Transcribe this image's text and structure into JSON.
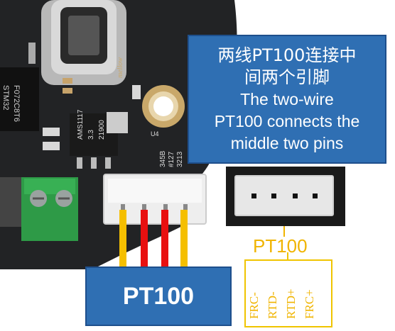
{
  "board": {
    "chip_label_1": "STM32",
    "chip_label_2": "F072C8T6",
    "logo_text": "mellow",
    "regulator_line1": "AMS1117",
    "regulator_line2": "3.3",
    "regulator_line3": "21900",
    "silk_1": "345B",
    "silk_2": "#127",
    "silk_3": "3213",
    "silk_4": "U4"
  },
  "callout": {
    "zh_line1": "两线PT100连接中",
    "zh_line2": "间两个引脚",
    "en_line1": "The two-wire",
    "en_line2": "PT100 connects the",
    "en_line3": "middle two pins"
  },
  "pt100_box_label": "PT100",
  "pt100_connector_label": "PT100",
  "pin_labels": [
    "FRC-",
    "RTD-",
    "RTD+",
    "FRC+"
  ],
  "colors": {
    "callout_bg": "#2f6fb3",
    "wire_yellow": "#f5bf00",
    "wire_red": "#e81010",
    "label_orange": "#f0b400",
    "terminal_green": "#2e9a47"
  }
}
